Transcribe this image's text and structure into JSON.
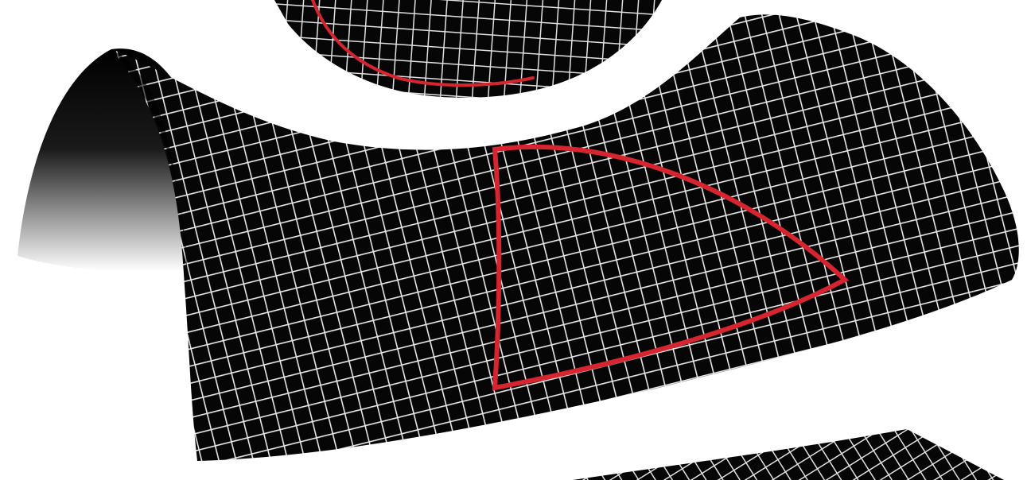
{
  "figure": {
    "panels": [
      {
        "id": "sphere",
        "curvature": "positive",
        "surface_color": "#000000",
        "grid_color": "#ffffff",
        "triangle_color": "#d6252f"
      },
      {
        "id": "saddle",
        "curvature": "negative",
        "surface_color": "#000000",
        "grid_color": "#ffffff",
        "triangle_color": "#d6252f"
      },
      {
        "id": "plane",
        "curvature": "zero",
        "surface_color": "#000000",
        "grid_color": "#ffffff"
      }
    ]
  }
}
